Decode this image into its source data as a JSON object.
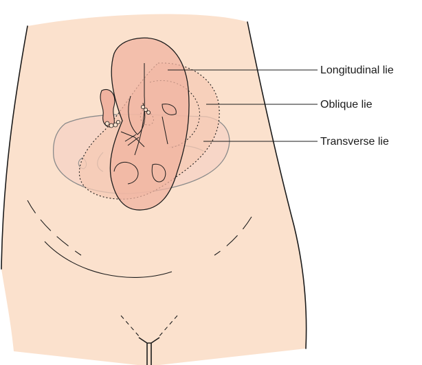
{
  "diagram": {
    "labels": [
      {
        "id": "longitudinal",
        "text": "Longitudinal lie"
      },
      {
        "id": "oblique",
        "text": "Oblique lie"
      },
      {
        "id": "transverse",
        "text": "Transverse lie"
      }
    ]
  },
  "colors": {
    "skin": "#fbe1cd",
    "fetus_longitudinal": "#f0b3a0",
    "fetus_oblique": "#f5c9b4",
    "fetus_transverse": "#f6d3c6",
    "outline": "#1a1a1a",
    "transverse_outline": "#8a8a8a"
  }
}
